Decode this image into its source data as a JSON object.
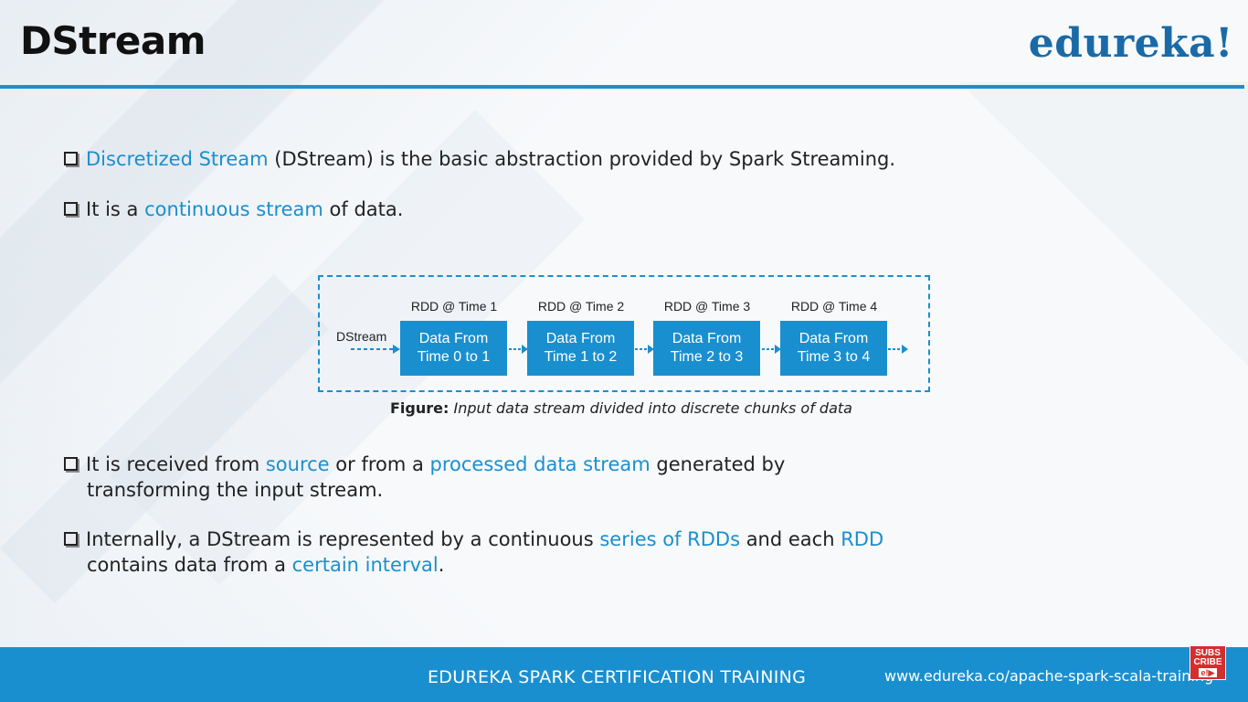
{
  "header": {
    "title": "DStream",
    "brand": "edureka!"
  },
  "bullets": [
    {
      "parts": [
        "Discretized Stream",
        " (DStream) is the basic abstraction provided by Spark Streaming."
      ]
    },
    {
      "parts": [
        "It is a ",
        "continuous stream",
        " of data."
      ]
    },
    {
      "parts": [
        "It is received from ",
        "source",
        " or from a ",
        "processed data stream",
        " generated by",
        "transforming the input stream."
      ]
    },
    {
      "parts": [
        "Internally, a DStream is represented by a continuous ",
        "series of RDDs",
        " and each ",
        "RDD",
        "contains data from a ",
        "certain interval",
        "."
      ]
    }
  ],
  "figure": {
    "input_label": "DStream",
    "rdds": [
      {
        "label": "RDD @ Time 1",
        "line1": "Data From",
        "line2": "Time 0 to 1"
      },
      {
        "label": "RDD @ Time 2",
        "line1": "Data From",
        "line2": "Time 1 to 2"
      },
      {
        "label": "RDD @ Time 3",
        "line1": "Data From",
        "line2": "Time 2 to 3"
      },
      {
        "label": "RDD @ Time 4",
        "line1": "Data From",
        "line2": "Time 3 to 4"
      }
    ],
    "caption_prefix": "Figure:",
    "caption_text": "Input data stream divided into discrete chunks of data"
  },
  "footer": {
    "title": "EDUREKA SPARK CERTIFICATION TRAINING",
    "url": "www.edureka.co/apache-spark-scala-training"
  },
  "subscribe": {
    "line1": "SUBS",
    "line2": "CRIBE",
    "badge": "e!▶"
  },
  "colors": {
    "accent": "#1a8fcf",
    "brand": "#1a6aa8",
    "text": "#222222",
    "subscribe": "#d32f2f"
  }
}
